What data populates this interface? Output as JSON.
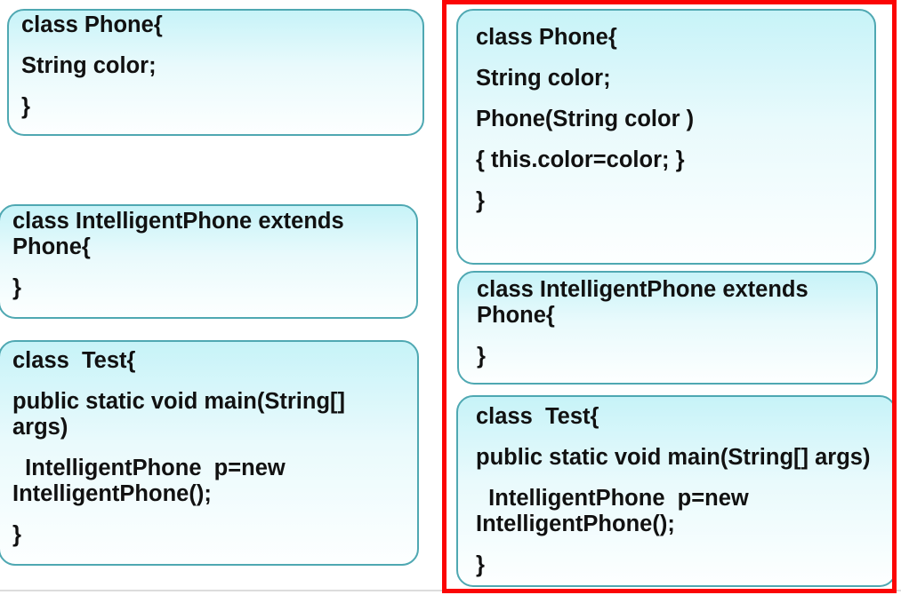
{
  "slide": {
    "colors": {
      "box_fill_top": "#c7f3f8",
      "box_fill_bottom": "#fdffff",
      "box_border": "#4fa8b2",
      "highlight_border": "#fb0505",
      "text": "#111111",
      "slide_bottom_edge": "#dcdcdc"
    },
    "left_column": {
      "boxes": [
        {
          "name": "phone-class-without-constructor",
          "lines": [
            "class Phone{",
            "String color;",
            "}"
          ]
        },
        {
          "name": "intelligentphone-class",
          "lines": [
            "class IntelligentPhone extends Phone{",
            "}"
          ]
        },
        {
          "name": "test-class",
          "lines": [
            "class  Test{",
            "public static void main(String[] args)",
            "  IntelligentPhone  p=new IntelligentPhone();",
            "}"
          ]
        }
      ]
    },
    "right_column": {
      "highlighted": true,
      "boxes": [
        {
          "name": "phone-class-with-constructor",
          "lines": [
            "class Phone{",
            "String color;",
            "Phone(String color )",
            "{ this.color=color; }",
            "}"
          ]
        },
        {
          "name": "intelligentphone-class",
          "lines": [
            "class IntelligentPhone extends Phone{",
            "}"
          ]
        },
        {
          "name": "test-class",
          "lines": [
            "class  Test{",
            "public static void main(String[] args)",
            "  IntelligentPhone  p=new IntelligentPhone();",
            "}"
          ]
        }
      ]
    }
  }
}
